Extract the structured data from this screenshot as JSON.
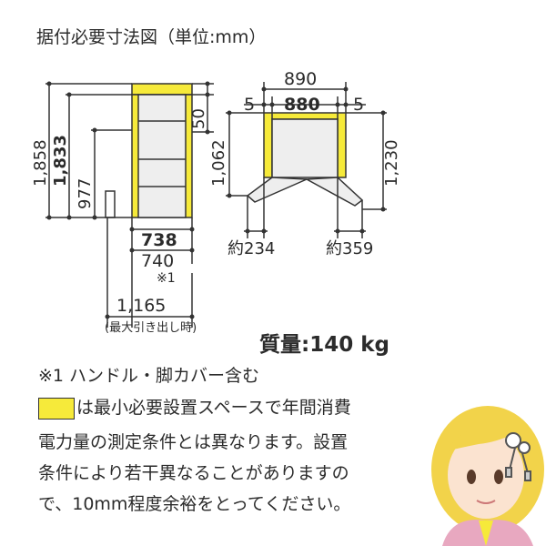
{
  "title": "据付必要寸法図（単位:mm）",
  "side_view": {
    "height_total": "1,858",
    "height_body": "1,833",
    "height_lower": "977",
    "top_clearance": "50",
    "depth_body": "738",
    "depth_with_handle": "740",
    "handle_note_mark": "※1",
    "depth_open": "1,165",
    "depth_open_note": "(最大引き出し時)"
  },
  "top_view": {
    "width_total": "890",
    "width_body": "880",
    "side_clearance_left": "5",
    "side_clearance_right": "5",
    "depth_left_open": "1,062",
    "depth_right_open": "1,230",
    "door_swing_left": "約234",
    "door_swing_right": "約359"
  },
  "mass": "質量:140 kg",
  "note1": "※1  ハンドル・脚カバー含む",
  "note2_lines": [
    "は最小必要設置スペースで年間消費",
    "電力量の測定条件とは異なります。設置",
    "条件により若干異なることがありますの",
    "で、10mm程度余裕をとってください。"
  ],
  "colors": {
    "clearance_yellow": "#f6ea3a",
    "fridge_fill": "#eeeeee",
    "line": "#333333"
  }
}
